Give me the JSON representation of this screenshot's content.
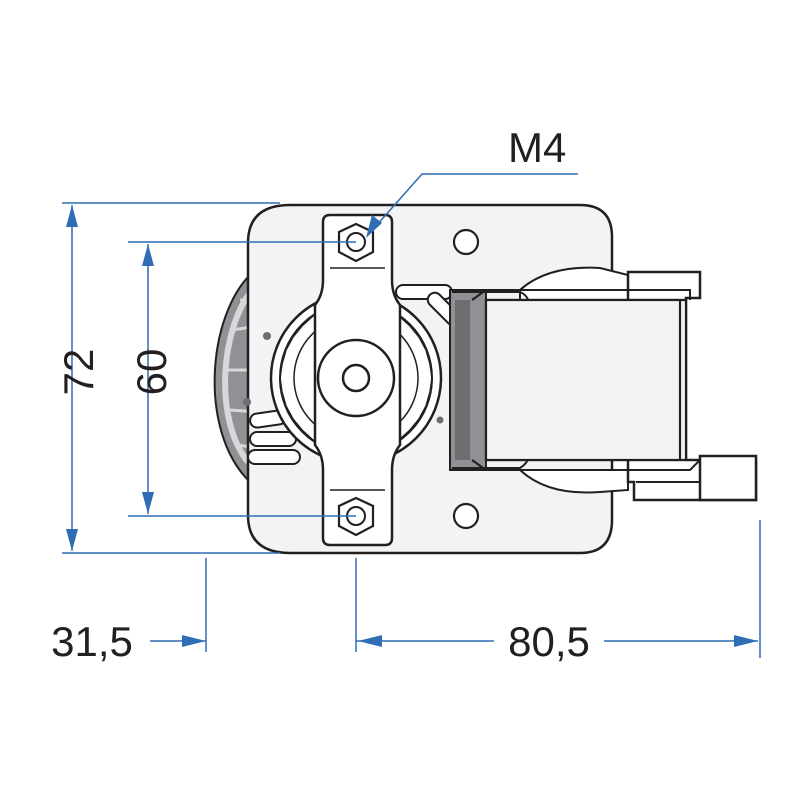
{
  "labels": {
    "thread": "M4",
    "overall_height": "72",
    "hole_spacing": "60",
    "left_offset": "31,5",
    "right_length": "80,5"
  },
  "colors": {
    "dimension_line": "#2f6db5",
    "outline": "#231f20",
    "body_fill": "#f2f3f4",
    "bracket_fill": "#ffffff",
    "shadow_gray": "#8f9194",
    "dark_gray": "#6d6e70",
    "light_gray": "#d7d8da"
  }
}
